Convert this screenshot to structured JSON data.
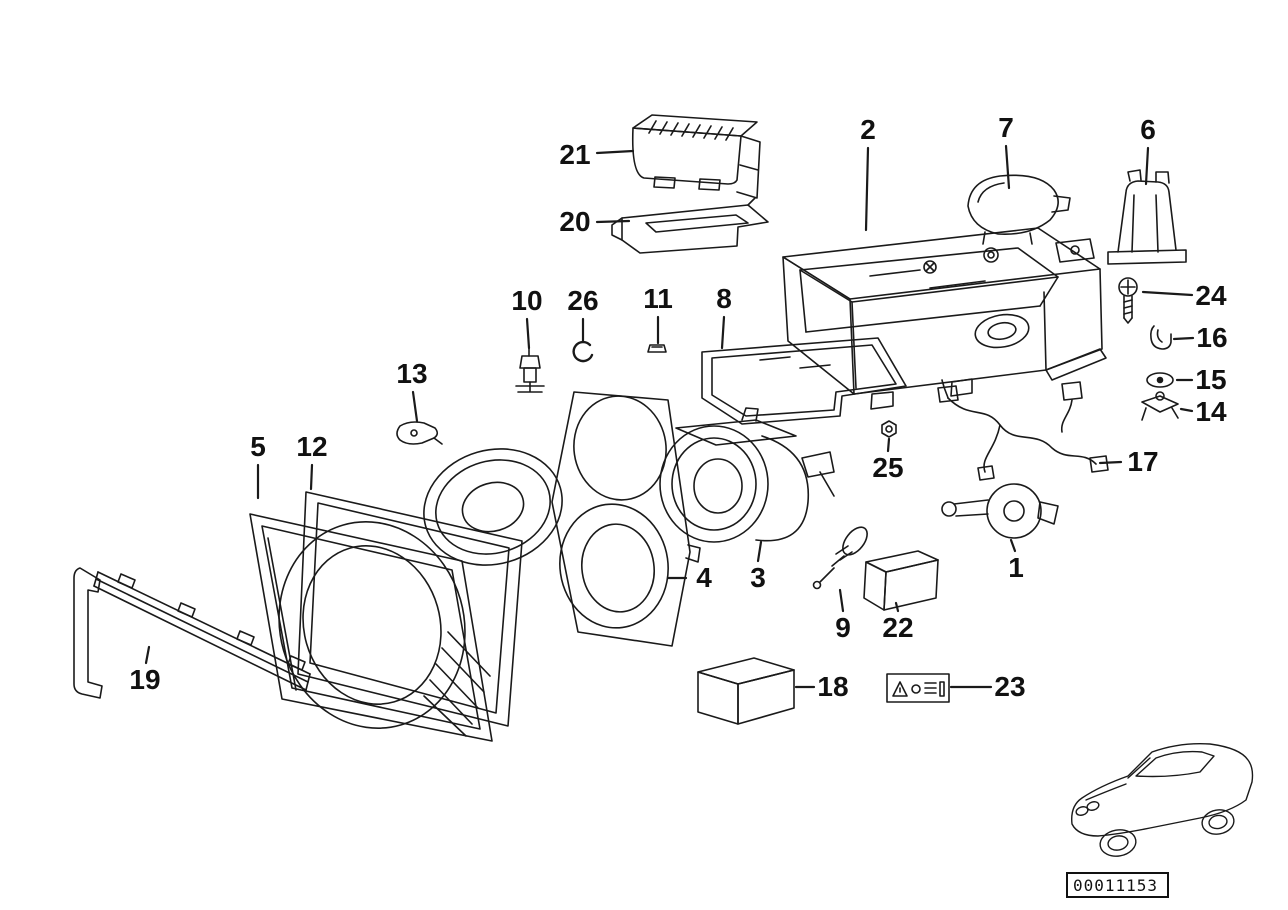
{
  "diagram": {
    "doc_number": "00011153",
    "callouts": {
      "p1": "1",
      "p2": "2",
      "p3": "3",
      "p4": "4",
      "p5": "5",
      "p6": "6",
      "p7": "7",
      "p8": "8",
      "p9": "9",
      "p10": "10",
      "p11": "11",
      "p12": "12",
      "p13": "13",
      "p14": "14",
      "p15": "15",
      "p16": "16",
      "p17": "17",
      "p18": "18",
      "p19": "19",
      "p20": "20",
      "p21": "21",
      "p22": "22",
      "p23": "23",
      "p24": "24",
      "p25": "25",
      "p26": "26"
    }
  }
}
